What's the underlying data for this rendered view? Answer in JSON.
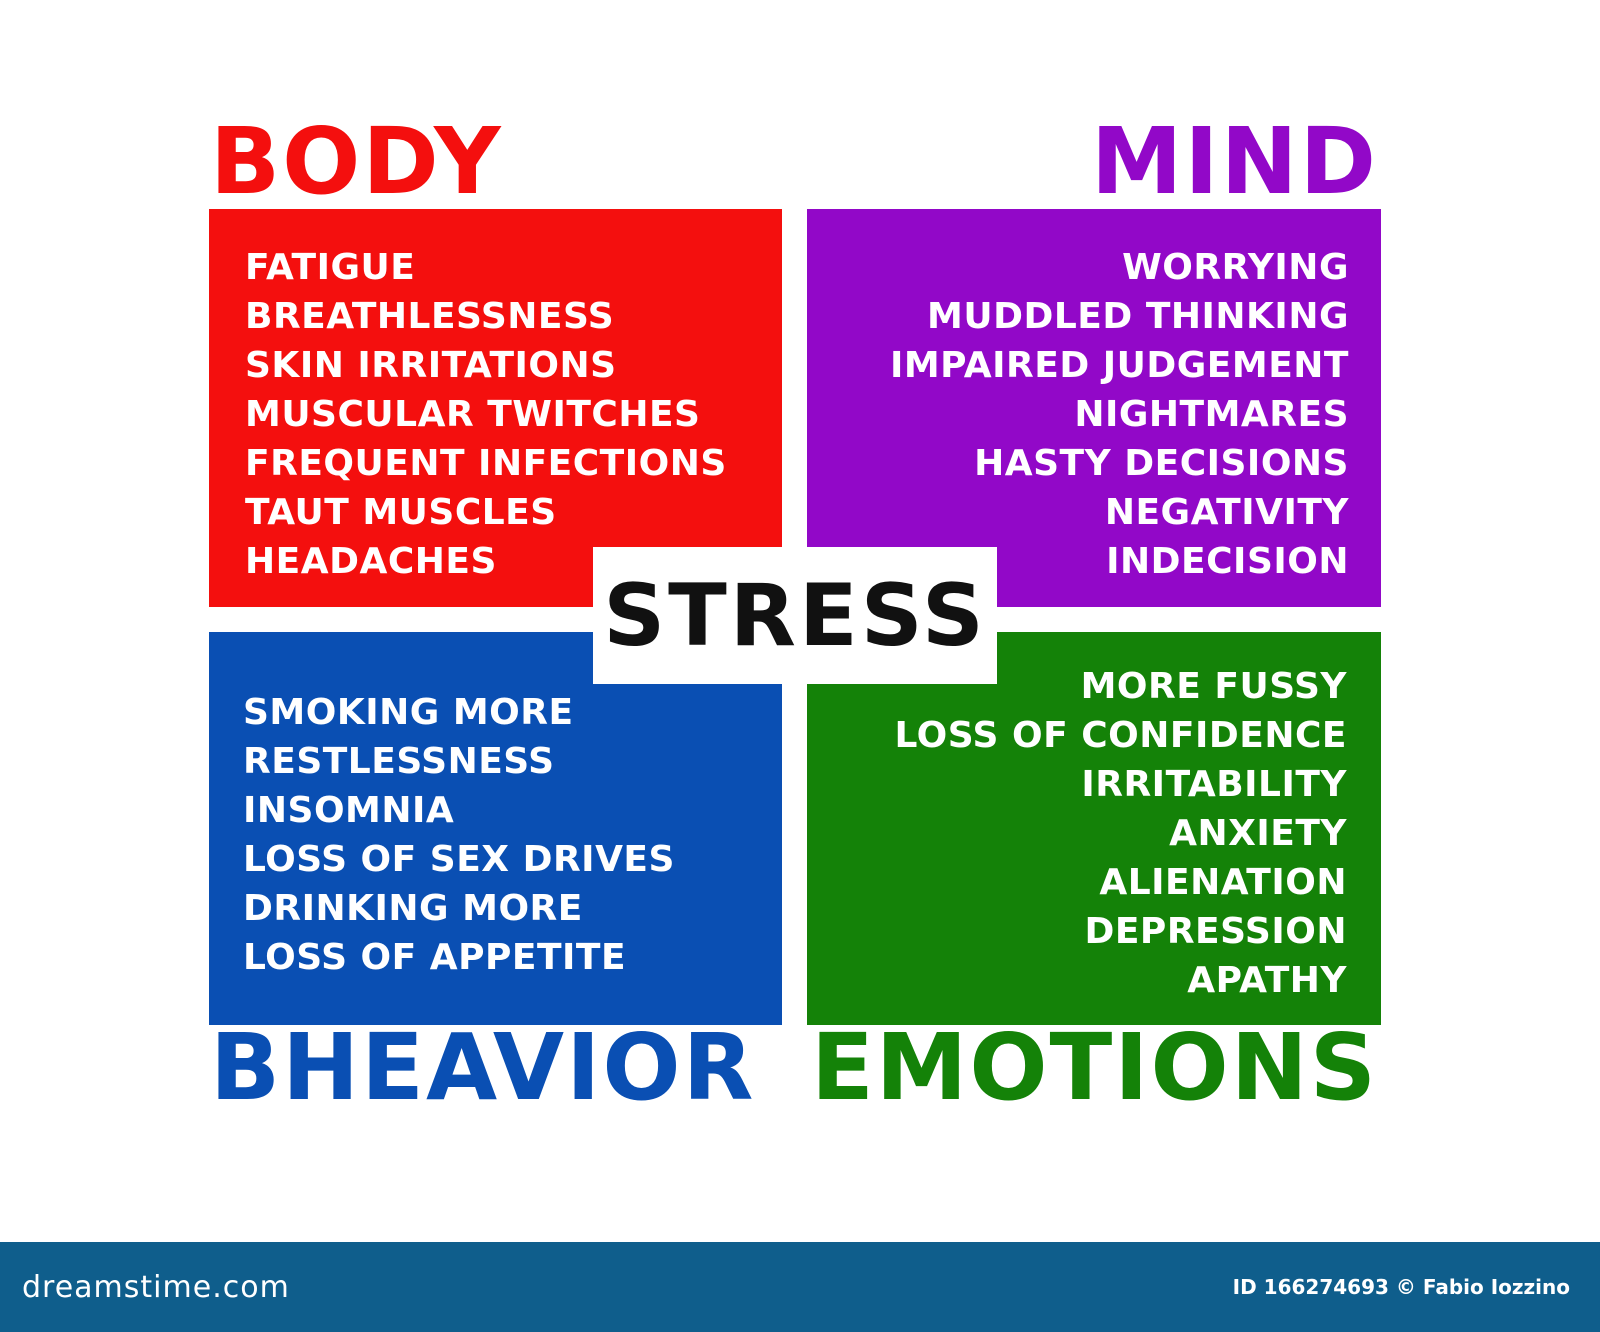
{
  "center": {
    "label": "STRESS"
  },
  "quadrants": [
    {
      "id": "body",
      "title": "BODY",
      "color": "#f40f0e",
      "items": [
        "FATIGUE",
        "BREATHLESSNESS",
        "SKIN IRRITATIONS",
        "MUSCULAR TWITCHES",
        "FREQUENT INFECTIONS",
        "TAUT MUSCLES",
        "HEADACHES"
      ]
    },
    {
      "id": "mind",
      "title": "MIND",
      "color": "#9208c8",
      "items": [
        "WORRYING",
        "MUDDLED THINKING",
        "IMPAIRED JUDGEMENT",
        "NIGHTMARES",
        "HASTY DECISIONS",
        "NEGATIVITY",
        "INDECISION"
      ]
    },
    {
      "id": "behavior",
      "title": "BHEAVIOR",
      "color": "#0a4fb3",
      "items": [
        "SMOKING MORE",
        "RESTLESSNESS",
        "INSOMNIA",
        "LOSS OF SEX DRIVES",
        "DRINKING MORE",
        "LOSS OF APPETITE"
      ]
    },
    {
      "id": "emotions",
      "title": "EMOTIONS",
      "color": "#148208",
      "items": [
        "MORE FUSSY",
        "LOSS OF CONFIDENCE",
        "IRRITABILITY",
        "ANXIETY",
        "ALIENATION",
        "DEPRESSION",
        "APATHY"
      ]
    }
  ],
  "footer": {
    "logo": "dreamstime.com",
    "credit": "ID 166274693 © Fabio Iozzino",
    "color": "#0f5e8c"
  }
}
